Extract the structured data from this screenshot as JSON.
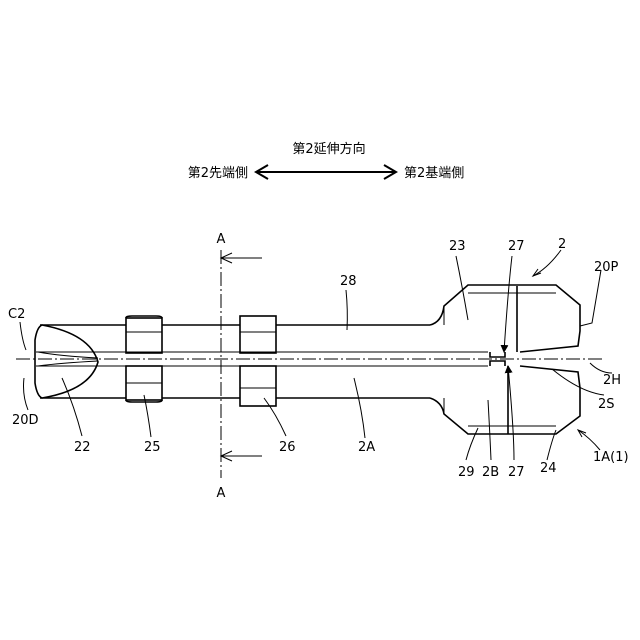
{
  "direction": {
    "title": "第2延伸方向",
    "left": "第2先端側",
    "right": "第2基端側"
  },
  "section": {
    "mark_top": "A",
    "mark_bottom": "A"
  },
  "labels": {
    "c2": "C2",
    "l20d": "20D",
    "l22": "22",
    "l25": "25",
    "l26": "26",
    "l28": "28",
    "l2a": "2A",
    "l23": "23",
    "l27_top": "27",
    "l2": "2",
    "l20p": "20P",
    "l2h": "2H",
    "l2s": "2S",
    "l29": "29",
    "l2b": "2B",
    "l27_bottom": "27",
    "l24": "24",
    "l1a": "1A(1)"
  }
}
